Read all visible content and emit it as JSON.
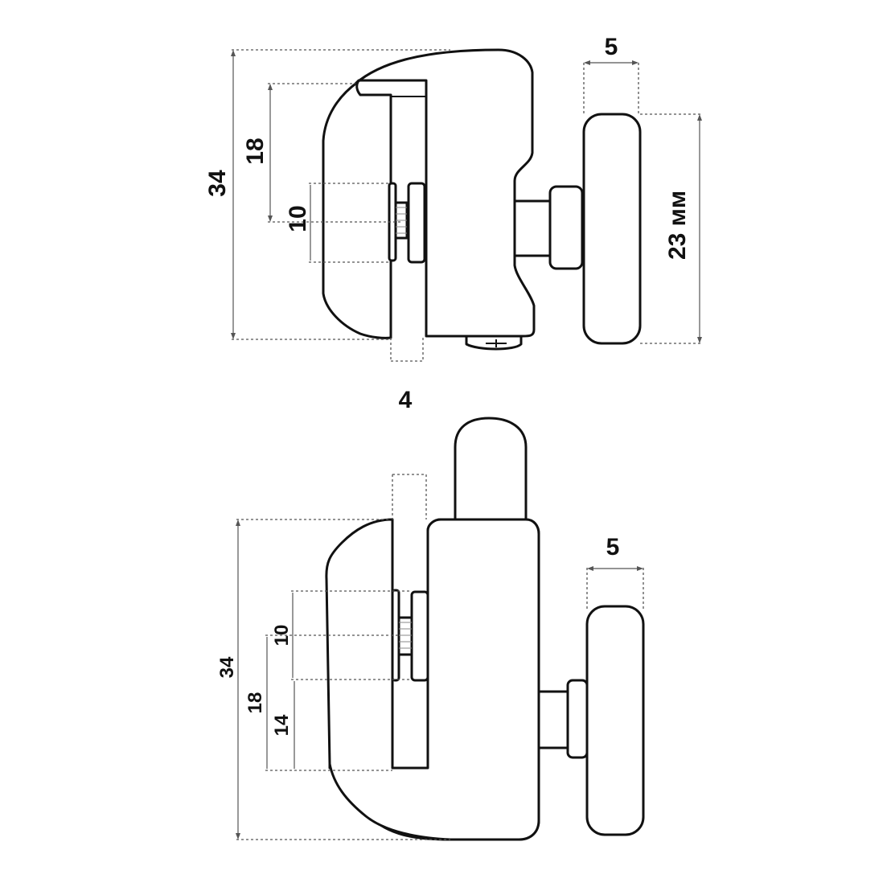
{
  "colors": {
    "line": "#111111",
    "dimension": "#555555",
    "background": "#ffffff"
  },
  "top_view": {
    "dims": {
      "overall_height": "34",
      "clamp_depth": "18",
      "screw_zone": "10",
      "glass_thickness": "4",
      "wheel_width": "5",
      "wheel_diameter": "23 мм"
    }
  },
  "bottom_view": {
    "dims": {
      "overall_height": "34",
      "clamp_depth": "18",
      "screw_zone": "10",
      "lower_offset": "14",
      "wheel_width": "5"
    }
  }
}
